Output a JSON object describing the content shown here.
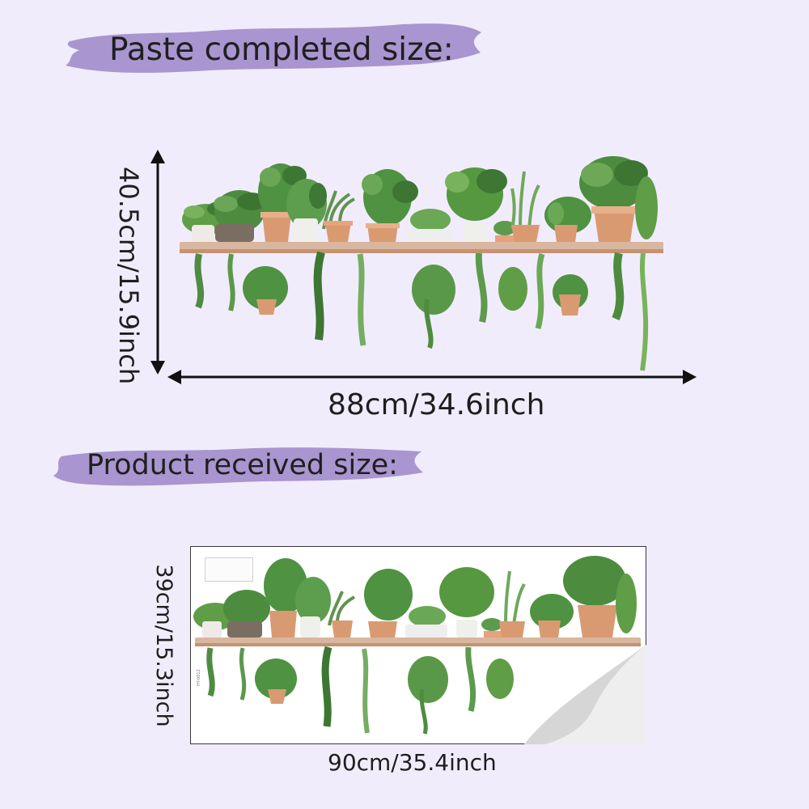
{
  "completed": {
    "label": "Paste completed size:",
    "height_text": "40.5cm/15.9inch",
    "width_text": "88cm/34.6inch"
  },
  "received": {
    "label": "Product  received size:",
    "height_text": "39cm/15.3inch",
    "width_text": "90cm/35.4inch",
    "sheet_code": "HY-0012"
  },
  "colors": {
    "background": "#f1ecfb",
    "brush_purple": "#a995cf",
    "shelf_wood": "#d9b69f",
    "pot_terracotta": "#d99a72",
    "leaf_green": "#4d8c3f"
  }
}
